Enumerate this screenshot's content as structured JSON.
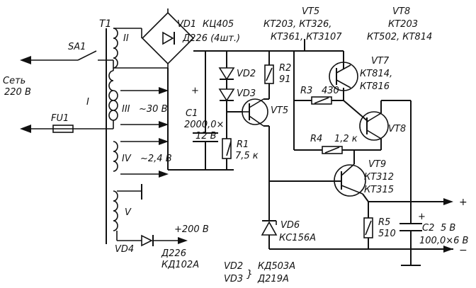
{
  "labels": {
    "t1": "T1",
    "sa1": "SA1",
    "net1": "Сеть",
    "net2": "220 В",
    "fu1": "FU1",
    "w1": "I",
    "w2": "II",
    "w3": "III",
    "w3v": "~30 В",
    "w4": "IV",
    "w4v": "~2,4 В",
    "w5": "V",
    "vd1": "VD1",
    "kc405": "КЦ405",
    "d226x4": "Д226 (4шт.)",
    "c1": "C1",
    "c1v1": "2000,0×",
    "c1v2": "12 В",
    "vd2": "VD2",
    "vd3": "VD3",
    "r2": "R2",
    "r2v": "91",
    "r1": "R1",
    "r1v": "7,5 к",
    "vt5a": "VT5",
    "vt5t1": "КТ203, КТ326,",
    "vt5t2": "КТ361, КТ3107",
    "vt5b": "VT5",
    "vt8a": "VT8",
    "vt8t1": "КТ203",
    "vt8t2": "КТ502, КТ814",
    "vt7": "VT7",
    "vt7t1": "КТ814,",
    "vt7t2": "КТ816",
    "vt8b": "VT8",
    "r3": "R3",
    "r3v": "430",
    "r4": "R4",
    "r4v": "1,2 к",
    "vt9": "VT9",
    "vt9t1": "КТ312",
    "vt9t2": "КТ315",
    "plus_out": "+",
    "minus_out": "−",
    "r5": "R5",
    "r5v": "510",
    "c2": "C2",
    "c2v": "5 В",
    "c2v2": "100,0×6 В",
    "vd6": "VD6",
    "kc156a": "КС156А",
    "vd4": "VD4",
    "d226": "Д226",
    "kd102a": "КД102А",
    "plus200": "+200 В",
    "vd2b": "VD2",
    "vd3b": "VD3",
    "kd503a": "КД503А",
    "d219a": "Д219А",
    "plus_c1": "+",
    "plus_c2": "+"
  }
}
